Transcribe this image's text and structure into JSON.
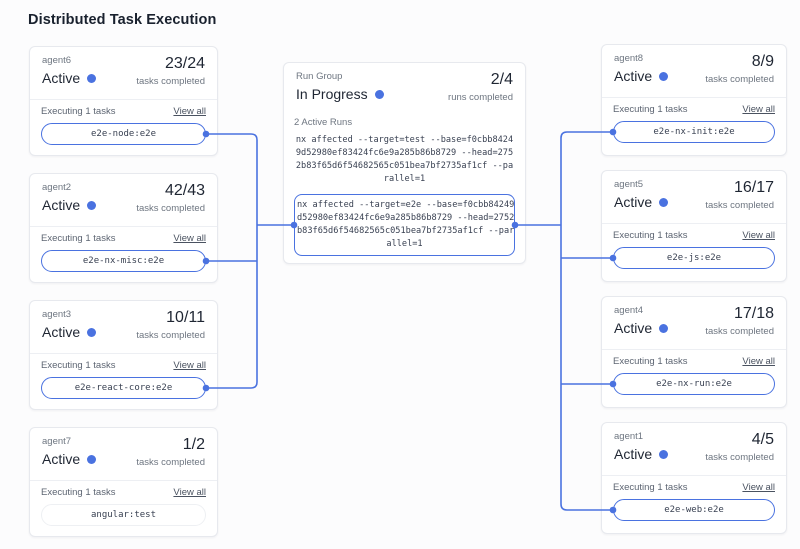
{
  "title": "Distributed Task Execution",
  "colors": {
    "accent": "#4a72e0"
  },
  "run_group": {
    "label": "Run Group",
    "status": "In Progress",
    "count": "2/4",
    "count_caption": "runs completed",
    "active_runs_label": "2 Active Runs",
    "runs": [
      {
        "command": "nx affected --target=test --base=f0cbb8424\n9d52980ef83424fc6e9a285b86b8729 --head=275\n2b83f65d6f54682565c051bea7bf2735af1cf --pa\nrallel=1",
        "highlighted": false
      },
      {
        "command": "nx affected --target=e2e --base=f0cbb84249\nd52980ef83424fc6e9a285b86b8729 --head=2752\nb83f65d6f54682565c051bea7bf2735af1cf --par\nallel=1",
        "highlighted": true
      }
    ]
  },
  "agents_left": [
    {
      "name": "agent6",
      "status": "Active",
      "count": "23/24",
      "count_caption": "tasks completed",
      "executing_label": "Executing 1 tasks",
      "view_all_label": "View all",
      "task": "e2e-node:e2e",
      "connected": true
    },
    {
      "name": "agent2",
      "status": "Active",
      "count": "42/43",
      "count_caption": "tasks completed",
      "executing_label": "Executing 1 tasks",
      "view_all_label": "View all",
      "task": "e2e-nx-misc:e2e",
      "connected": true
    },
    {
      "name": "agent3",
      "status": "Active",
      "count": "10/11",
      "count_caption": "tasks completed",
      "executing_label": "Executing 1 tasks",
      "view_all_label": "View all",
      "task": "e2e-react-core:e2e",
      "connected": true
    },
    {
      "name": "agent7",
      "status": "Active",
      "count": "1/2",
      "count_caption": "tasks completed",
      "executing_label": "Executing 1 tasks",
      "view_all_label": "View all",
      "task": "angular:test",
      "connected": false
    }
  ],
  "agents_right": [
    {
      "name": "agent8",
      "status": "Active",
      "count": "8/9",
      "count_caption": "tasks completed",
      "executing_label": "Executing 1 tasks",
      "view_all_label": "View all",
      "task": "e2e-nx-init:e2e",
      "connected": true
    },
    {
      "name": "agent5",
      "status": "Active",
      "count": "16/17",
      "count_caption": "tasks completed",
      "executing_label": "Executing 1 tasks",
      "view_all_label": "View all",
      "task": "e2e-js:e2e",
      "connected": true
    },
    {
      "name": "agent4",
      "status": "Active",
      "count": "17/18",
      "count_caption": "tasks completed",
      "executing_label": "Executing 1 tasks",
      "view_all_label": "View all",
      "task": "e2e-nx-run:e2e",
      "connected": true
    },
    {
      "name": "agent1",
      "status": "Active",
      "count": "4/5",
      "count_caption": "tasks completed",
      "executing_label": "Executing 1 tasks",
      "view_all_label": "View all",
      "task": "e2e-web:e2e",
      "connected": true
    }
  ]
}
